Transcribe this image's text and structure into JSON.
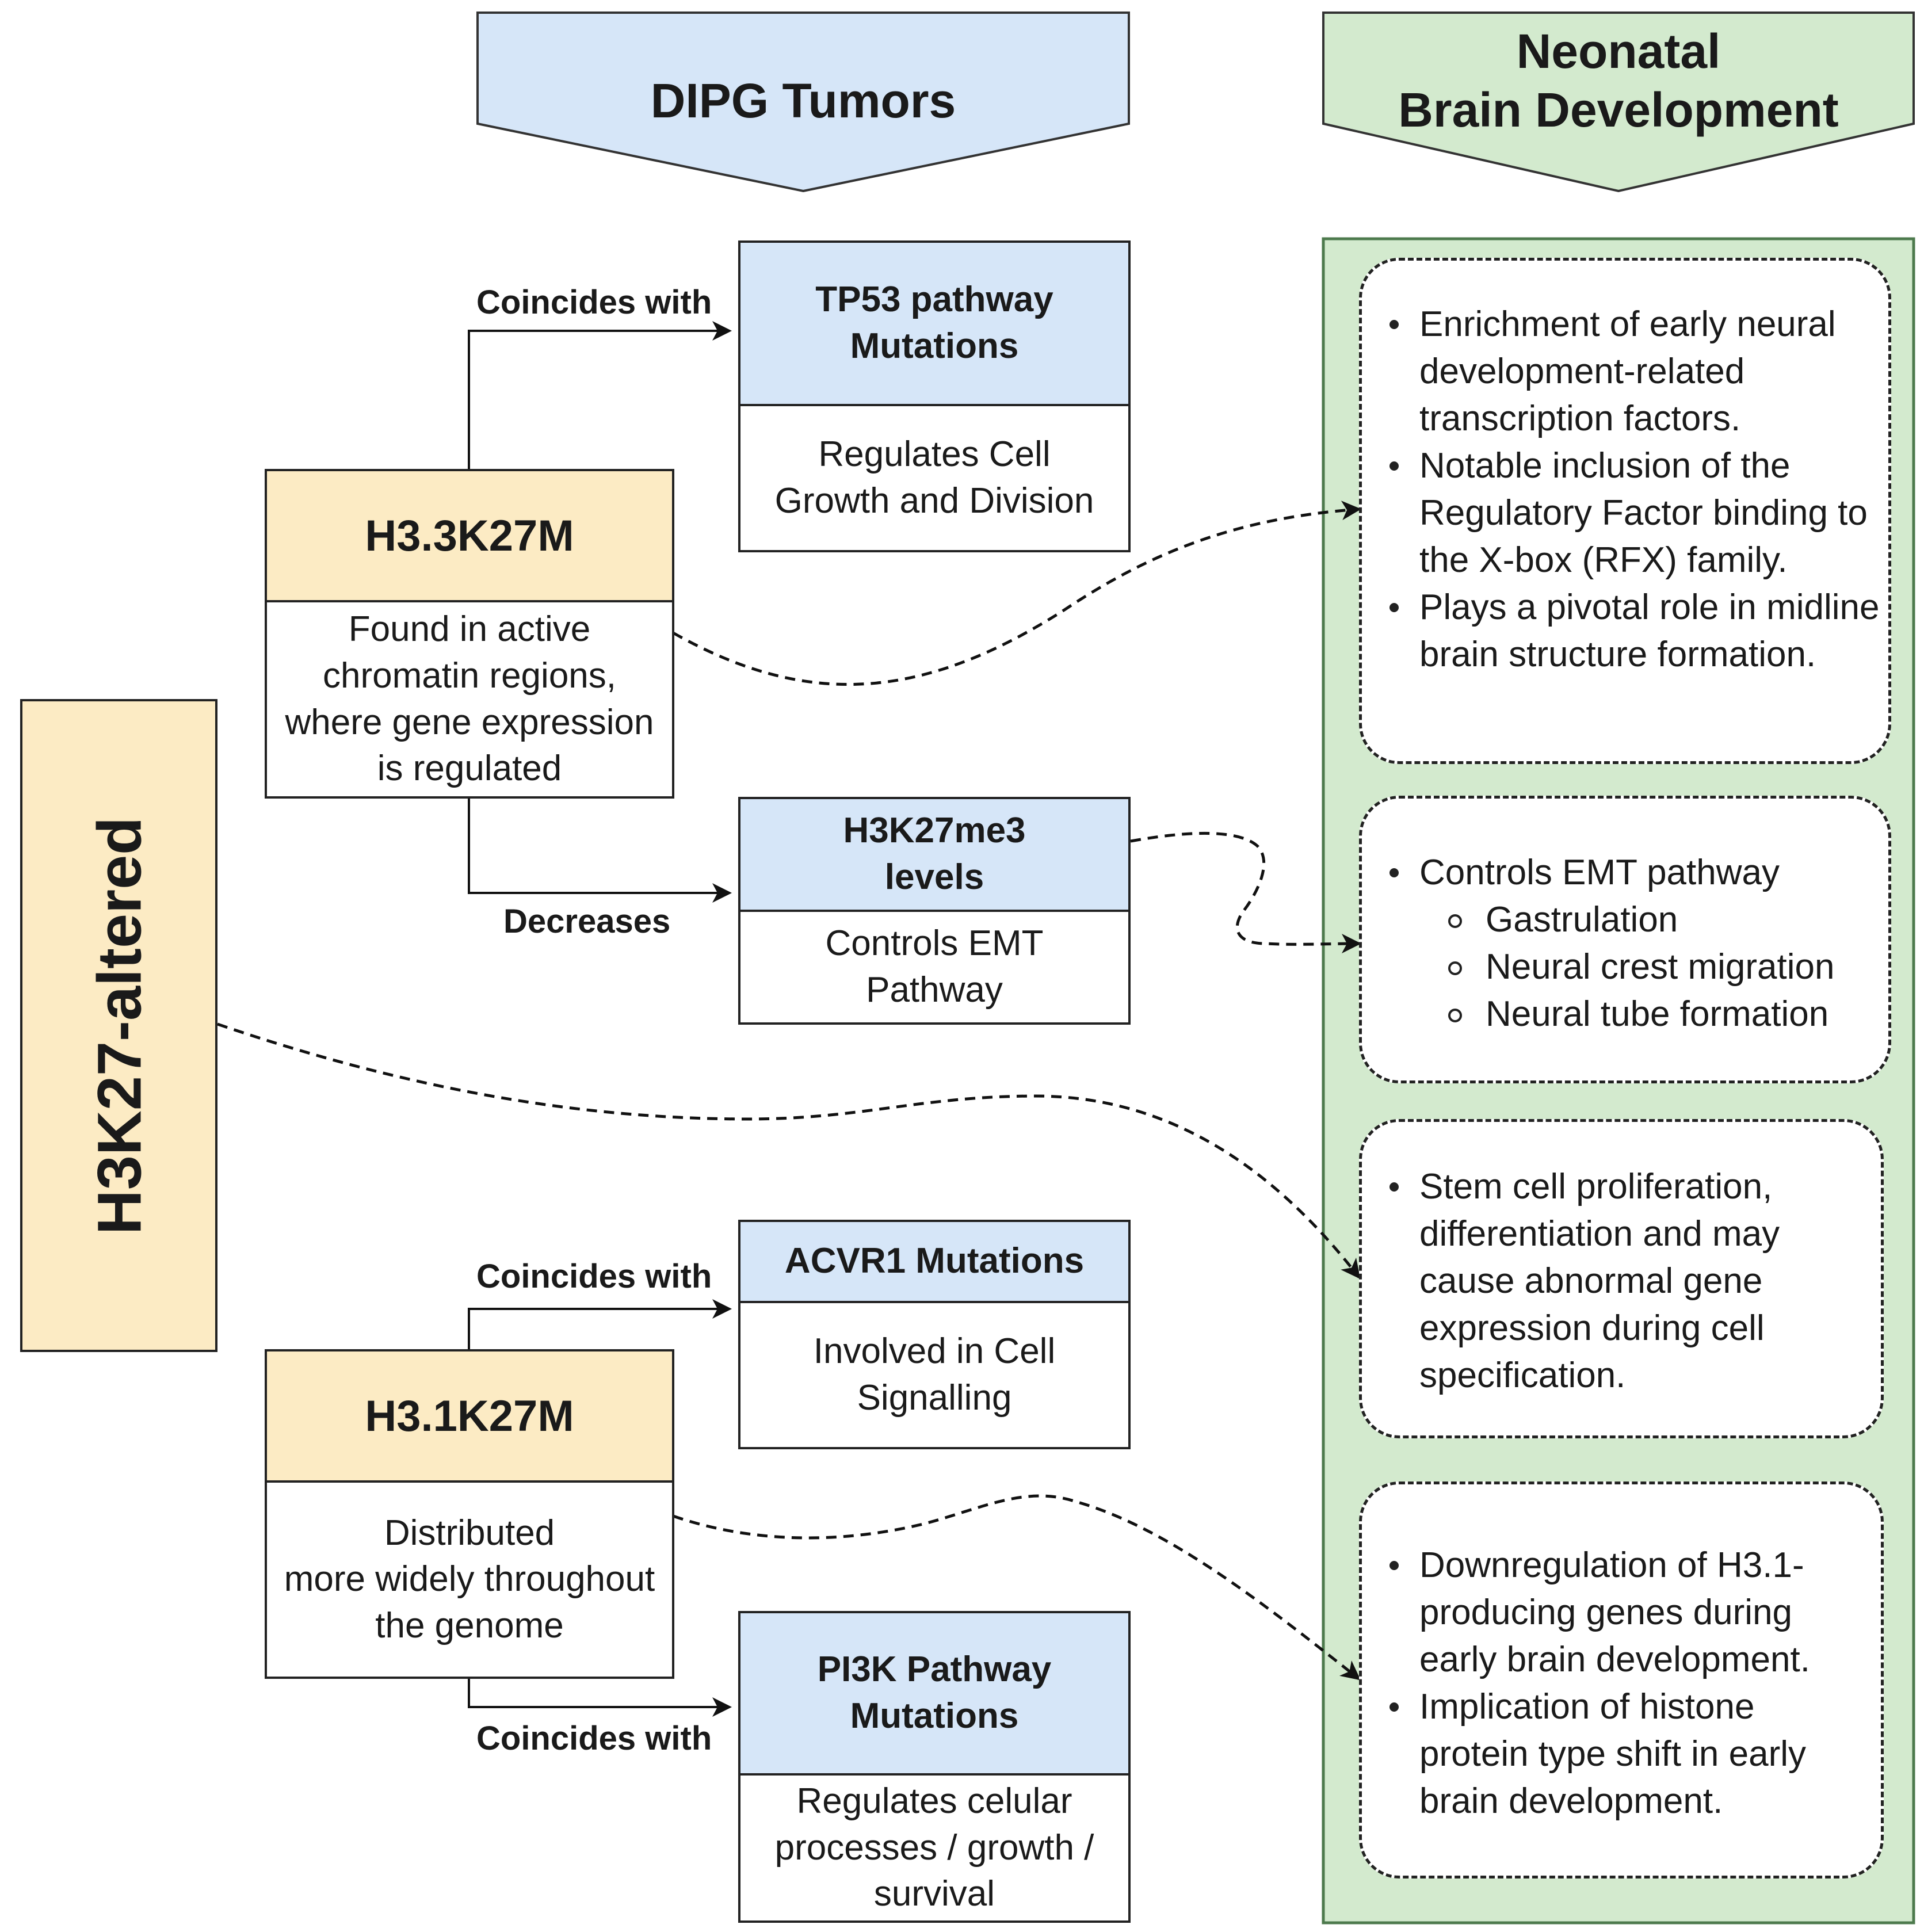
{
  "headers": {
    "dipg": "DIPG Tumors",
    "neonatal_line1": "Neonatal",
    "neonatal_line2": "Brain Development"
  },
  "h3k27": {
    "label": "H3K27-altered"
  },
  "h33": {
    "title": "H3.3K27M",
    "desc": "Found in active chromatin regions, where gene expression is regulated"
  },
  "h31": {
    "title": "H3.1K27M",
    "desc_line1": "Distributed",
    "desc_line2": "more widely throughout",
    "desc_line3": "the genome"
  },
  "tp53": {
    "title_line1": "TP53 pathway",
    "title_line2": "Mutations",
    "desc_line1": "Regulates Cell",
    "desc_line2": "Growth and Division"
  },
  "h3k27me3": {
    "title_line1": "H3K27me3",
    "title_line2": "levels",
    "desc_line1": "Controls EMT",
    "desc_line2": "Pathway"
  },
  "acvr1": {
    "title": "ACVR1 Mutations",
    "desc_line1": "Involved in Cell",
    "desc_line2": "Signalling"
  },
  "pi3k": {
    "title_line1": "PI3K Pathway",
    "title_line2": "Mutations",
    "desc_line1": "Regulates celular",
    "desc_line2": "processes / growth /",
    "desc_line3": "survival"
  },
  "edge_labels": {
    "tp53": "Coincides with",
    "h3k27me3": "Decreases",
    "acvr1": "Coincides with",
    "pi3k": "Coincides with"
  },
  "neonatal_boxes": {
    "box1": [
      "Enrichment of early neural development-related transcription factors.",
      "Notable inclusion of the Regulatory Factor binding to the X-box (RFX) family.",
      "Plays a pivotal role in midline brain structure formation."
    ],
    "box2": {
      "main": "Controls EMT pathway",
      "sub": [
        "Gastrulation",
        "Neural crest migration",
        "Neural tube formation"
      ]
    },
    "box3": [
      "Stem cell proliferation, differentiation and may cause abnormal gene expression during cell specification."
    ],
    "box4": [
      "Downregulation of H3.1-producing genes during early brain development.",
      "Implication of histone protein type shift in early brain development."
    ]
  },
  "colors": {
    "blue_fill": "#d6e6f8",
    "green_fill": "#d3eace",
    "yellow_fill": "#fcebc4",
    "stroke": "#222222"
  }
}
